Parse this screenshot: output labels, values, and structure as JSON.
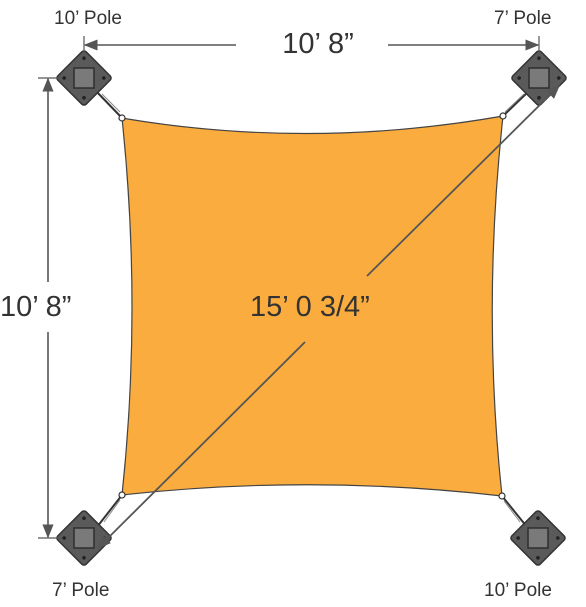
{
  "colors": {
    "sail_fill": "#FAAC3E",
    "sail_stroke": "#444444",
    "line": "#555555",
    "text": "#333333",
    "mount_outer": "#5A5A5A",
    "mount_inner": "#7A7A7A"
  },
  "poles": {
    "top_left": "10’ Pole",
    "top_right": "7’ Pole",
    "bottom_left": "7’ Pole",
    "bottom_right": "10’ Pole"
  },
  "dimensions": {
    "width": "10’ 8”",
    "height": "10’ 8”",
    "diagonal": "15’ 0 3/4”"
  },
  "icons": [
    "pole-mount-icon",
    "arrow-icon",
    "turnbuckle-icon"
  ]
}
